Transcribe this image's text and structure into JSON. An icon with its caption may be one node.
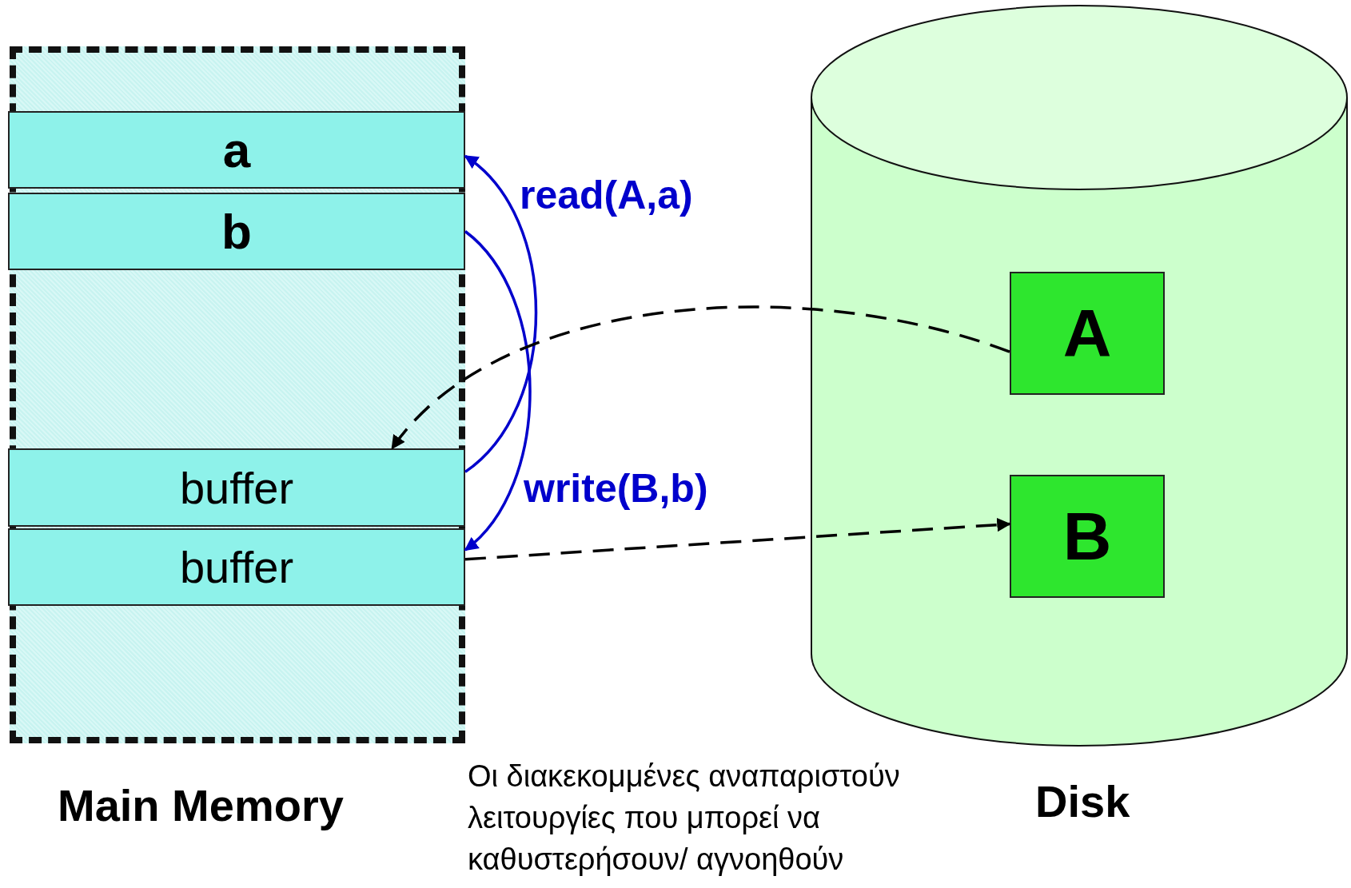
{
  "diagram": {
    "nodes": [
      {
        "text": [
          "Main Memory"
        ]
      },
      {
        "text": [
          "a"
        ],
        "in": 0
      },
      {
        "text": [
          "b"
        ],
        "in": 0
      },
      {
        "text": [
          "buffer"
        ],
        "in": 0
      },
      {
        "text": [
          "buffer"
        ],
        "in": 0
      },
      {
        "text": [
          "Disk"
        ]
      },
      {
        "text": [
          "A"
        ],
        "in": 5
      },
      {
        "text": [
          "B"
        ],
        "in": 5
      }
    ],
    "edges": [
      {
        "from": 3,
        "to": 1,
        "arrow": "to",
        "label": "read(A,a)",
        "color": "#0000cc"
      },
      {
        "from": 2,
        "to": 4,
        "arrow": "to",
        "label": "write(B,b)",
        "color": "#0000cc"
      },
      {
        "from": 6,
        "to": 3,
        "arrow": "to",
        "style": "dashed",
        "color": "#000000"
      },
      {
        "from": 4,
        "to": 7,
        "arrow": "to",
        "style": "dashed",
        "color": "#000000"
      }
    ],
    "labels": [
      "Οι διακεκομμένες αναπαριστούν λειτουργίες που μπορεί να καθυστερήσουν/ αγνοηθούν"
    ]
  }
}
